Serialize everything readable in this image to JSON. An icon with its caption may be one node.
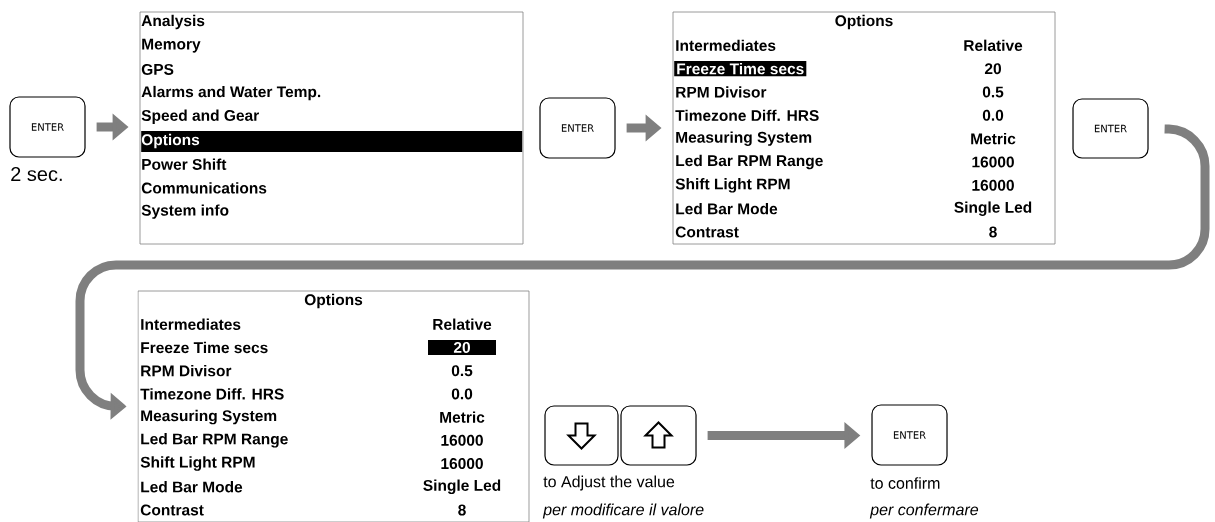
{
  "diagram": {
    "nodes": [
      {
        "text": [
          "ENTER"
        ],
        "beside": [
          "2 sec."
        ]
      },
      {
        "text": [
          "Analysis",
          "Memory",
          "GPS",
          "Alarms and Water Temp.",
          "Speed and Gear",
          "Options",
          "Power Shift",
          "Communications",
          "System info"
        ]
      },
      {
        "text": [
          "ENTER"
        ]
      },
      {
        "text": [
          "Options",
          "Intermediates",
          "Relative",
          "Freeze Time secs",
          "20",
          "RPM Divisor",
          "0.5",
          "Timezone Diff. HRS",
          "0.0",
          "Measuring System",
          "Metric",
          "Led Bar RPM Range",
          "16000",
          "Shift Light RPM",
          "16000",
          "Led Bar Mode",
          "Single Led",
          "Contrast",
          "8"
        ]
      },
      {
        "text": [
          "ENTER"
        ]
      },
      {
        "text": [
          "Options",
          "Intermediates",
          "Relative",
          "Freeze Time secs",
          "20",
          "RPM Divisor",
          "0.5",
          "Timezone Diff. HRS",
          "0.0",
          "Measuring System",
          "Metric",
          "Led Bar RPM Range",
          "16000",
          "Shift Light RPM",
          "16000",
          "Led Bar Mode",
          "Single Led",
          "Contrast",
          "8"
        ]
      },
      {
        "text": [],
        "shape": "box",
        "beside": [
          "to Adjust the value",
          "per modificare il valore"
        ]
      },
      {
        "text": [],
        "shape": "box"
      },
      {
        "text": [
          "ENTER"
        ],
        "beside": [
          "to confirm",
          "per confermare"
        ]
      }
    ],
    "edges": [
      {
        "from": 0,
        "to": 1,
        "arrow": "to"
      },
      {
        "from": 2,
        "to": 3,
        "arrow": "to"
      },
      {
        "from": 4,
        "to": 5,
        "arrow": "to"
      },
      {
        "from": 7,
        "to": 8,
        "arrow": "to"
      }
    ]
  }
}
